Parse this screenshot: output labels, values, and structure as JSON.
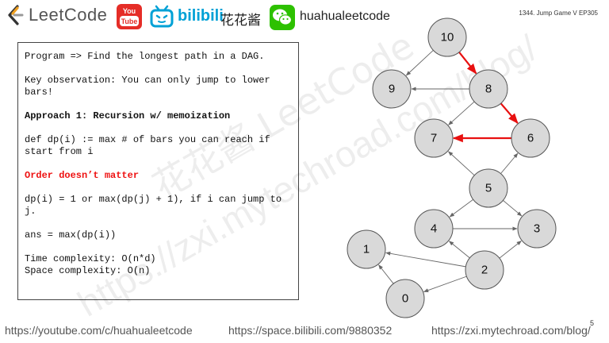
{
  "header": {
    "brand_name": "LeetCode",
    "youtube_label": "You Tube",
    "bilibili_label": "bilibili",
    "channel_cn": "花花酱",
    "wechat_name": "huahualeetcode",
    "page_title": "1344. Jump Game V  EP305"
  },
  "code": {
    "line_program": "Program => Find the longest path in a DAG.",
    "line_key": "Key observation: You can only jump to lower bars!",
    "line_approach": "Approach 1: Recursion w/ memoization",
    "line_def": "def dp(i) := max # of bars you can reach if start from i",
    "line_order": "Order doesn’t matter",
    "line_rec": "dp(i) = 1 or max(dp(j) + 1), if i can jump to j.",
    "line_ans": "ans = max(dp(i))",
    "line_time": "Time complexity: O(n*d)",
    "line_space": "Space complexity: O(n)"
  },
  "graph": {
    "nodes": [
      {
        "id": "10",
        "label": "10"
      },
      {
        "id": "9",
        "label": "9"
      },
      {
        "id": "8",
        "label": "8"
      },
      {
        "id": "7",
        "label": "7"
      },
      {
        "id": "6",
        "label": "6"
      },
      {
        "id": "5",
        "label": "5"
      },
      {
        "id": "4",
        "label": "4"
      },
      {
        "id": "3",
        "label": "3"
      },
      {
        "id": "1",
        "label": "1"
      },
      {
        "id": "2",
        "label": "2"
      },
      {
        "id": "0",
        "label": "0"
      }
    ],
    "edges": [
      {
        "from": "10",
        "to": "9",
        "highlight": false
      },
      {
        "from": "10",
        "to": "8",
        "highlight": true
      },
      {
        "from": "8",
        "to": "9",
        "highlight": false
      },
      {
        "from": "8",
        "to": "7",
        "highlight": false
      },
      {
        "from": "8",
        "to": "6",
        "highlight": true
      },
      {
        "from": "6",
        "to": "7",
        "highlight": true
      },
      {
        "from": "5",
        "to": "7",
        "highlight": false
      },
      {
        "from": "5",
        "to": "6",
        "highlight": false
      },
      {
        "from": "5",
        "to": "4",
        "highlight": false
      },
      {
        "from": "5",
        "to": "3",
        "highlight": false
      },
      {
        "from": "4",
        "to": "3",
        "highlight": false
      },
      {
        "from": "2",
        "to": "4",
        "highlight": false
      },
      {
        "from": "2",
        "to": "3",
        "highlight": false
      },
      {
        "from": "2",
        "to": "1",
        "highlight": false
      },
      {
        "from": "2",
        "to": "0",
        "highlight": false
      },
      {
        "from": "0",
        "to": "1",
        "highlight": false
      }
    ],
    "colors": {
      "highlight": "#e81010",
      "normal": "#666666",
      "node_fill": "#d9d9d9",
      "node_stroke": "#555555"
    }
  },
  "watermark": {
    "text_cn": "花花酱 LeetCode",
    "text_url": "https://zxi.mytechroad.com/blog/"
  },
  "footer": {
    "youtube_url": "https://youtube.com/c/huahualeetcode",
    "bilibili_url": "https://space.bilibili.com/9880352",
    "blog_url": "https://zxi.mytechroad.com/blog/",
    "slide_number": "5"
  }
}
